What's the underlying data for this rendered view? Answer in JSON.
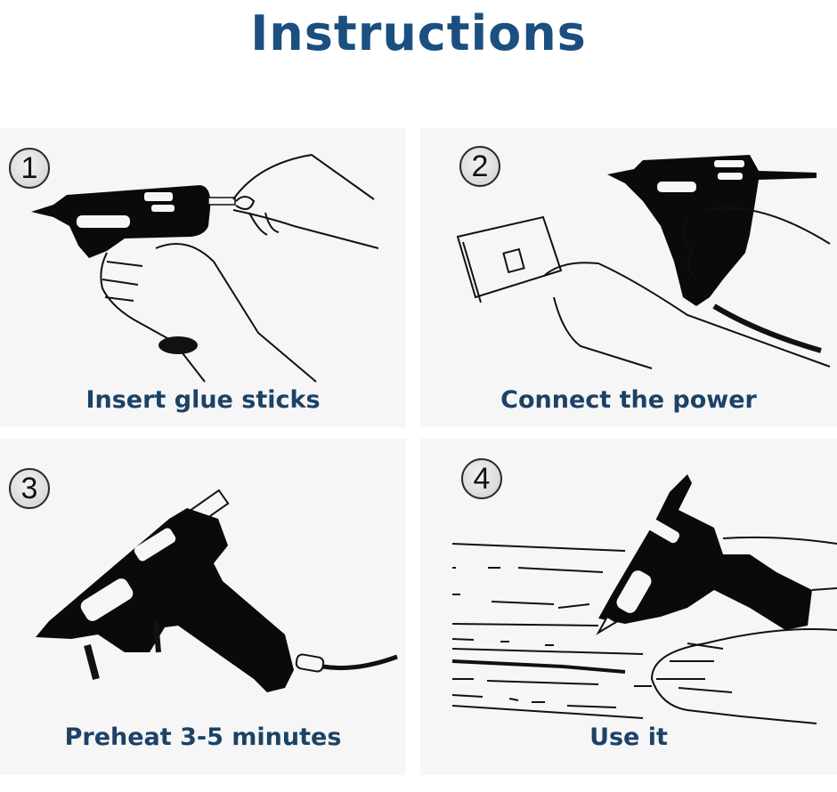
{
  "header": {
    "title": "Instructions"
  },
  "colors": {
    "title": "#1a4f80",
    "caption": "#1c4266",
    "panel_bg": "#f6f6f6",
    "page_bg": "#ffffff"
  },
  "steps": [
    {
      "number": "1",
      "caption": "Insert glue sticks",
      "illustration": "hand-inserting-glue-stick-into-glue-gun"
    },
    {
      "number": "2",
      "caption": "Connect the power",
      "illustration": "hand-plugging-into-wall-socket-holding-glue-gun"
    },
    {
      "number": "3",
      "caption": "Preheat 3-5 minutes",
      "illustration": "glue-gun-on-stand-with-cord"
    },
    {
      "number": "4",
      "caption": "Use it",
      "illustration": "hand-applying-glue-gun-to-wood"
    }
  ]
}
